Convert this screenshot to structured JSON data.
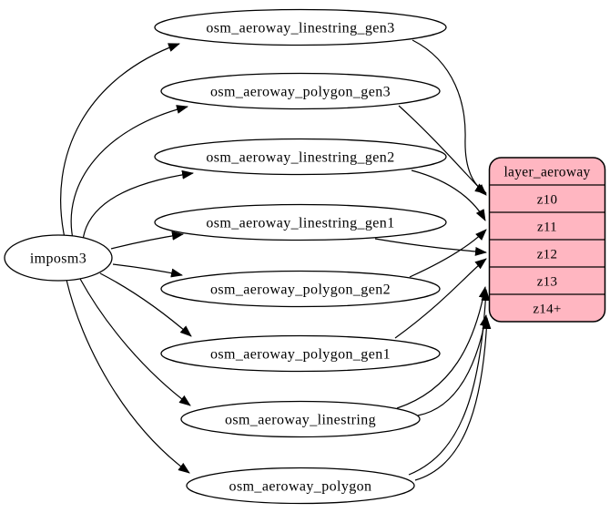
{
  "diagram": {
    "background_color": "#ffffff",
    "edge_color": "#000000",
    "table_node_fill": "#ffffff",
    "node_stroke_color": "#000000",
    "source_node": {
      "label": "imposm3"
    },
    "tables": [
      {
        "label": "osm_aeroway_linestring_gen3"
      },
      {
        "label": "osm_aeroway_polygon_gen3"
      },
      {
        "label": "osm_aeroway_linestring_gen2"
      },
      {
        "label": "osm_aeroway_linestring_gen1"
      },
      {
        "label": "osm_aeroway_polygon_gen2"
      },
      {
        "label": "osm_aeroway_polygon_gen1"
      },
      {
        "label": "osm_aeroway_linestring"
      },
      {
        "label": "osm_aeroway_polygon"
      }
    ],
    "layer_node": {
      "title": "layer_aeroway",
      "fill": "#ffb6c1",
      "rows": [
        {
          "label": "z10"
        },
        {
          "label": "z11"
        },
        {
          "label": "z12"
        },
        {
          "label": "z13"
        },
        {
          "label": "z14+"
        }
      ]
    },
    "edges": [
      {
        "from": "imposm3",
        "to": "osm_aeroway_linestring_gen3"
      },
      {
        "from": "imposm3",
        "to": "osm_aeroway_polygon_gen3"
      },
      {
        "from": "imposm3",
        "to": "osm_aeroway_linestring_gen2"
      },
      {
        "from": "imposm3",
        "to": "osm_aeroway_linestring_gen1"
      },
      {
        "from": "imposm3",
        "to": "osm_aeroway_polygon_gen2"
      },
      {
        "from": "imposm3",
        "to": "osm_aeroway_polygon_gen1"
      },
      {
        "from": "imposm3",
        "to": "osm_aeroway_linestring"
      },
      {
        "from": "imposm3",
        "to": "osm_aeroway_polygon"
      },
      {
        "from": "osm_aeroway_linestring_gen3",
        "to": "layer_aeroway:z10"
      },
      {
        "from": "osm_aeroway_polygon_gen3",
        "to": "layer_aeroway:z10"
      },
      {
        "from": "osm_aeroway_linestring_gen2",
        "to": "layer_aeroway:z11"
      },
      {
        "from": "osm_aeroway_polygon_gen2",
        "to": "layer_aeroway:z11"
      },
      {
        "from": "osm_aeroway_linestring_gen1",
        "to": "layer_aeroway:z12"
      },
      {
        "from": "osm_aeroway_polygon_gen1",
        "to": "layer_aeroway:z12"
      },
      {
        "from": "osm_aeroway_linestring",
        "to": "layer_aeroway:z13"
      },
      {
        "from": "osm_aeroway_linestring",
        "to": "layer_aeroway:z14+"
      },
      {
        "from": "osm_aeroway_polygon",
        "to": "layer_aeroway:z13"
      },
      {
        "from": "osm_aeroway_polygon",
        "to": "layer_aeroway:z14+"
      }
    ]
  }
}
